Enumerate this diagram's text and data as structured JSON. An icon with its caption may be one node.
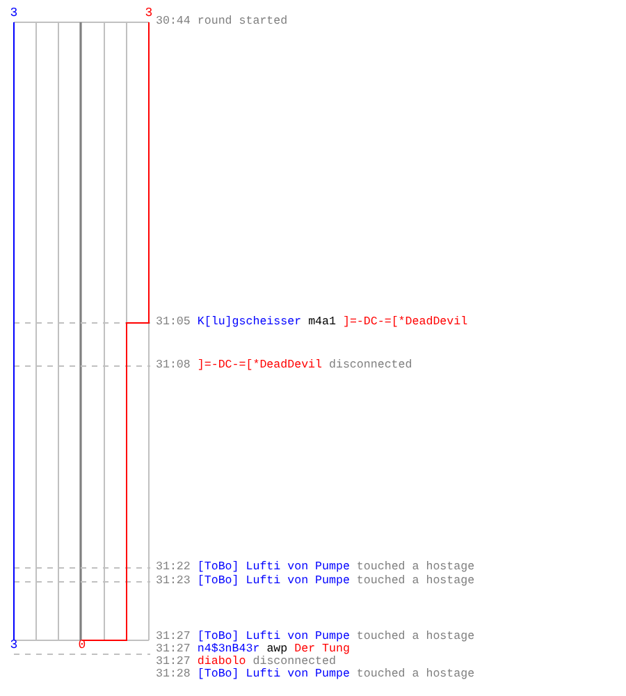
{
  "diagram": {
    "labels": [
      "3",
      "3",
      "30:44",
      "round started",
      "31:05",
      "K[lu]gscheisser",
      "m4a1",
      "]=-DC-=[*DeadDevil",
      "31:08",
      "]=-DC-=[*DeadDevil",
      "disconnected",
      "31:22",
      "[ToBo] Lufti von Pumpe",
      "touched a hostage",
      "31:23",
      "[ToBo] Lufti von Pumpe",
      "touched a hostage",
      "3",
      "0",
      "31:27",
      "[ToBo] Lufti von Pumpe",
      "touched a hostage",
      "31:27",
      "n4$3nB43r",
      "awp",
      "Der Tung",
      "31:27",
      "diabolo",
      "disconnected",
      "31:28",
      "[ToBo] Lufti von Pumpe",
      "touched a hostage"
    ]
  }
}
